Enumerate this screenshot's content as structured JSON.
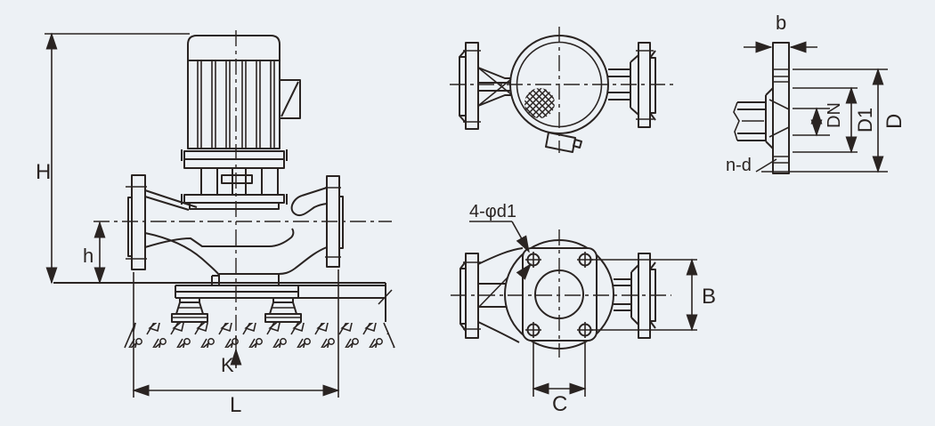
{
  "meta": {
    "description": "Dimensional outline drawing of a vertical in-line centrifugal pump with motor: front view, top view, bottom view and pipe-flange detail section"
  },
  "colors": {
    "background": "#edf1f5",
    "line": "#2a2422"
  },
  "front_view": {
    "labels": {
      "H": "H",
      "h": "h",
      "K": "K",
      "L": "L"
    }
  },
  "bottom_view": {
    "labels": {
      "bolt_holes": "4-φd1",
      "B": "B",
      "C": "C"
    }
  },
  "flange_detail": {
    "labels": {
      "b": "b",
      "DN": "DN",
      "D1": "D1",
      "D": "D",
      "n_d": "n-d"
    }
  }
}
